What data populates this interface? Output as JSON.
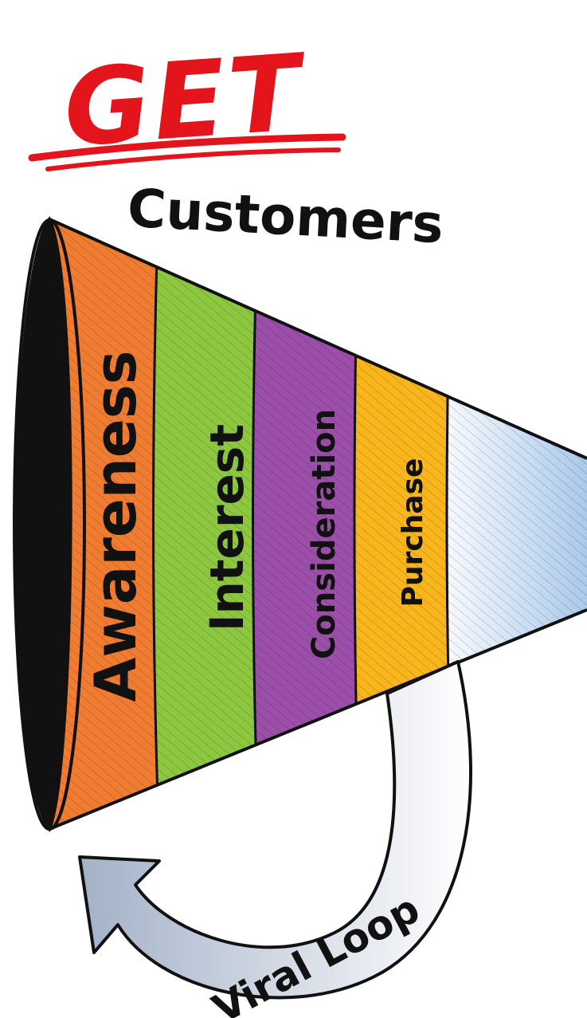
{
  "title": {
    "headline": "GET",
    "subhead": "Customers"
  },
  "funnel": {
    "stages": [
      {
        "label": "Awareness",
        "color": "#f07c32"
      },
      {
        "label": "Interest",
        "color": "#8dc63f"
      },
      {
        "label": "Consideration",
        "color": "#9b4fa8"
      },
      {
        "label": "Purchase",
        "color": "#f8b51c"
      }
    ],
    "spout_color": "#cfe1f5",
    "mouth_color": "#111111"
  },
  "loop": {
    "label": "Viral Loop",
    "color": "#b8c4d6"
  },
  "colors": {
    "headline": "#e3141b",
    "ink": "#111111"
  }
}
